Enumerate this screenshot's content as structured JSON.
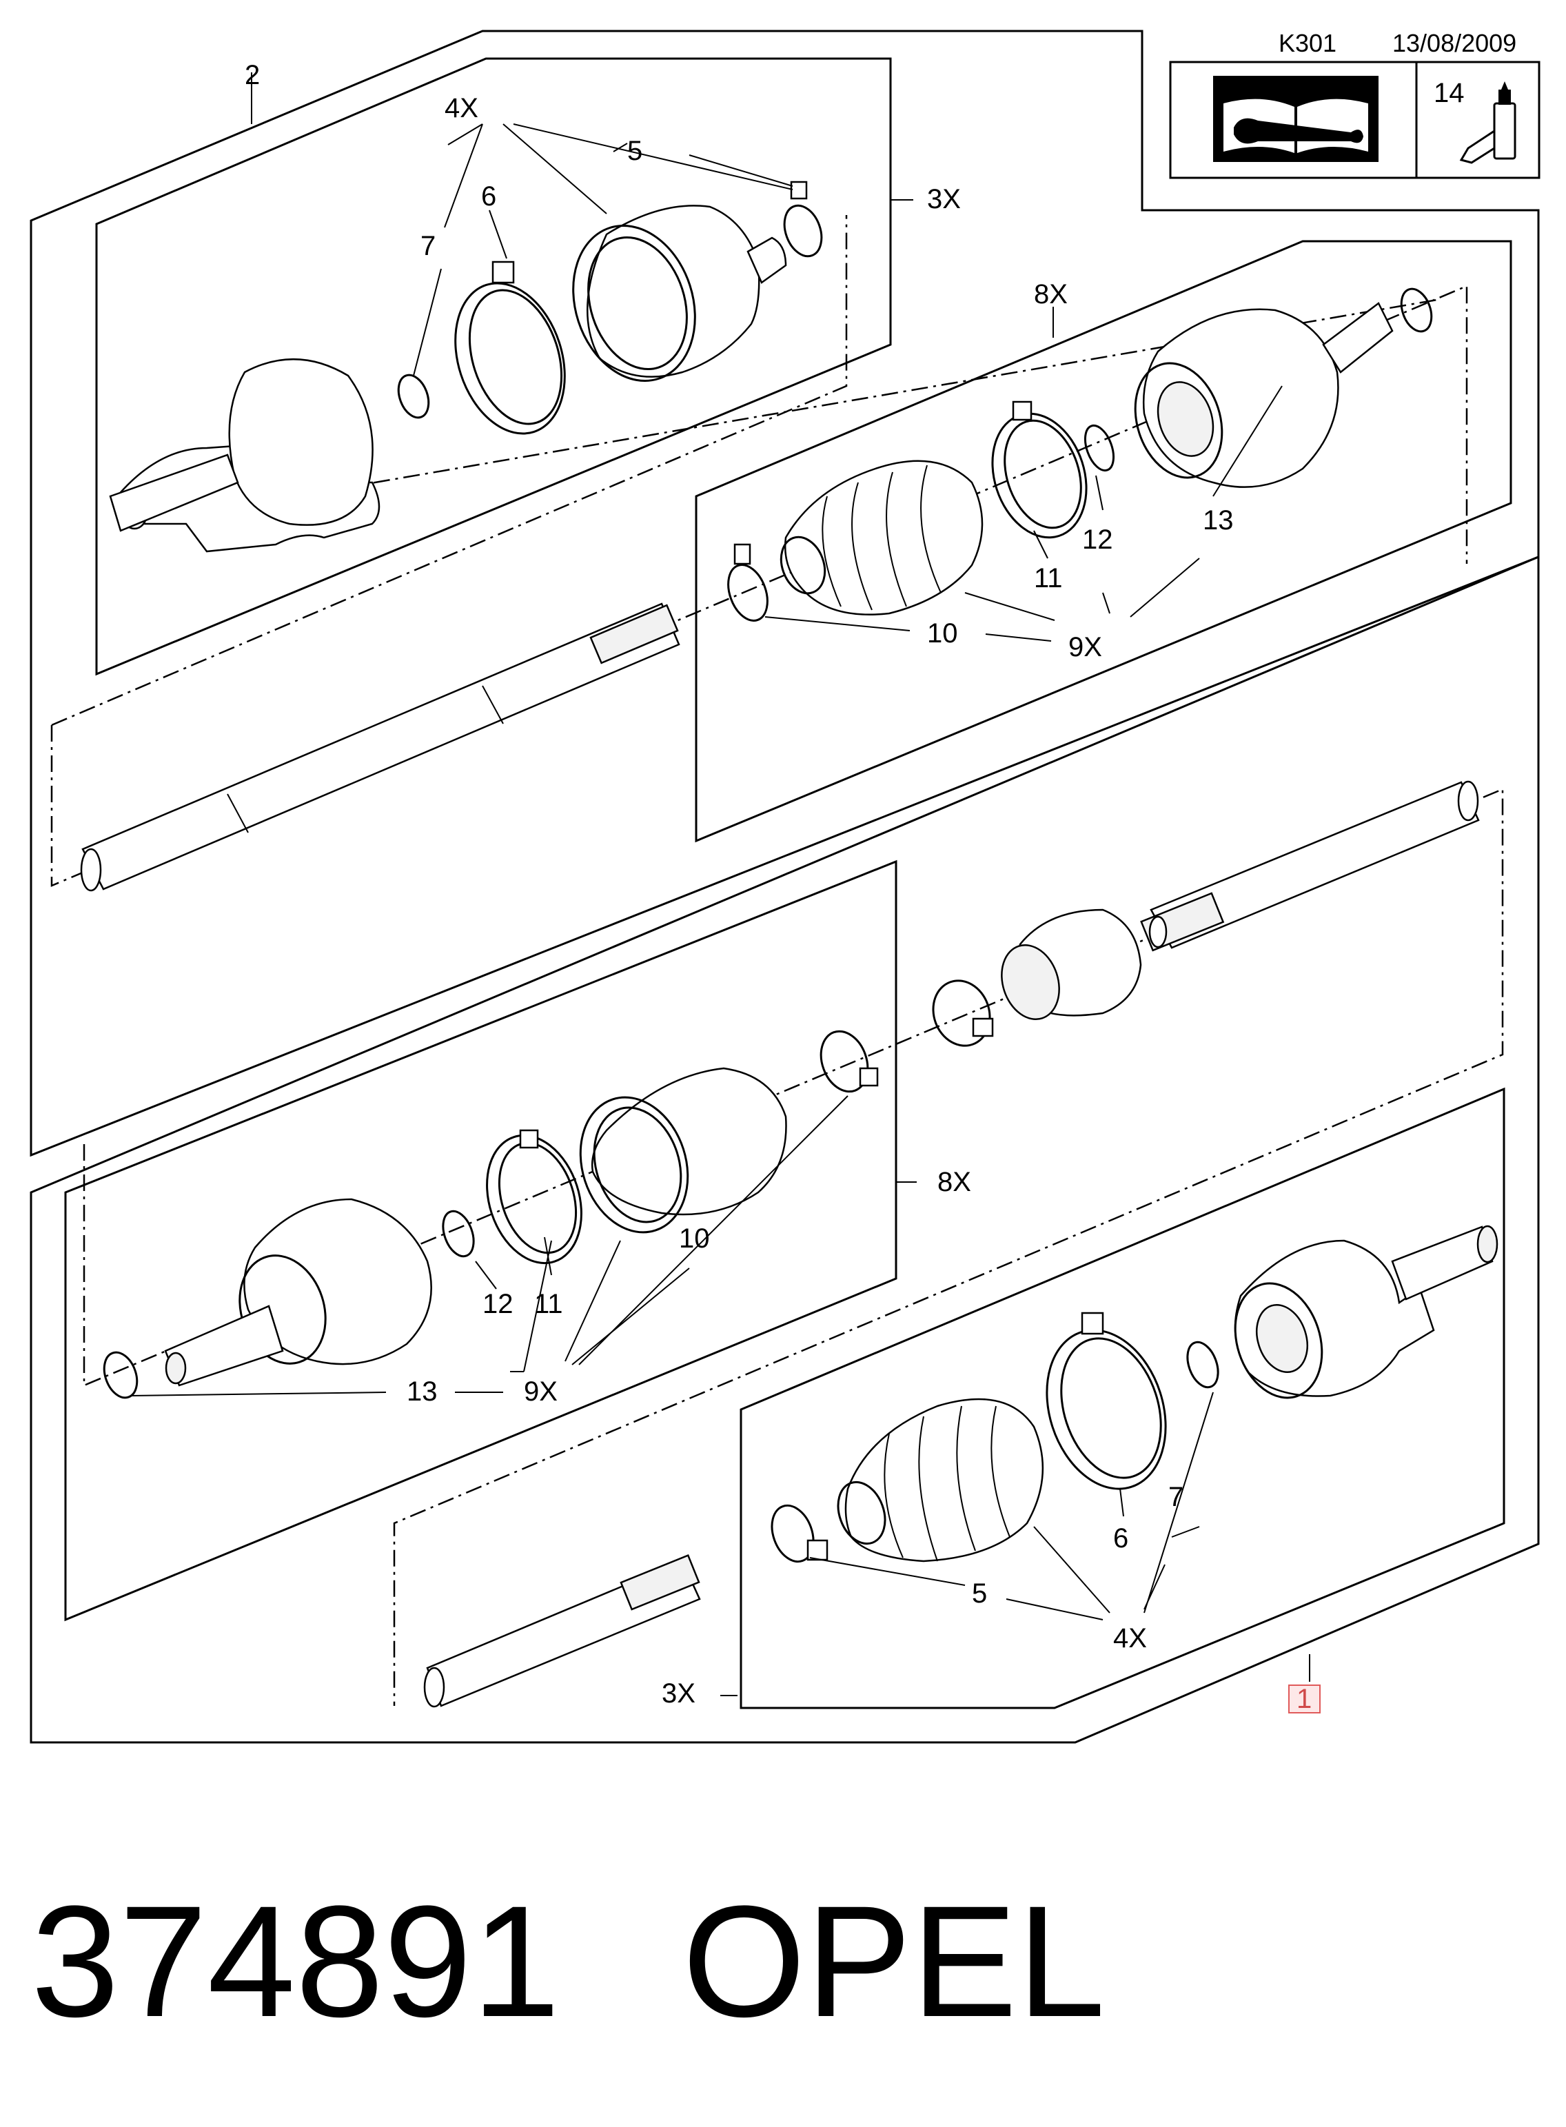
{
  "header": {
    "code": "K301",
    "date": "13/08/2009",
    "manual_icon": "book-wrench-icon",
    "note_number": "14",
    "note_icon": "lubricant-tube-icon"
  },
  "footer": {
    "part_number": "374891",
    "brand": "OPEL"
  },
  "callouts": {
    "assembly_index": "1",
    "upper": {
      "group_2": "2",
      "qty_4x": "4X",
      "p5": "5",
      "p6": "6",
      "p7": "7",
      "qty_3x": "3X",
      "qty_8x": "8X",
      "p10": "10",
      "p11": "11",
      "p12": "12",
      "p13": "13",
      "qty_9x": "9X"
    },
    "lower": {
      "qty_8x": "8X",
      "p10": "10",
      "p11": "11",
      "p12": "12",
      "p13": "13",
      "qty_9x": "9X",
      "p5": "5",
      "p6": "6",
      "p7": "7",
      "qty_4x": "4X",
      "qty_3x": "3X"
    }
  }
}
